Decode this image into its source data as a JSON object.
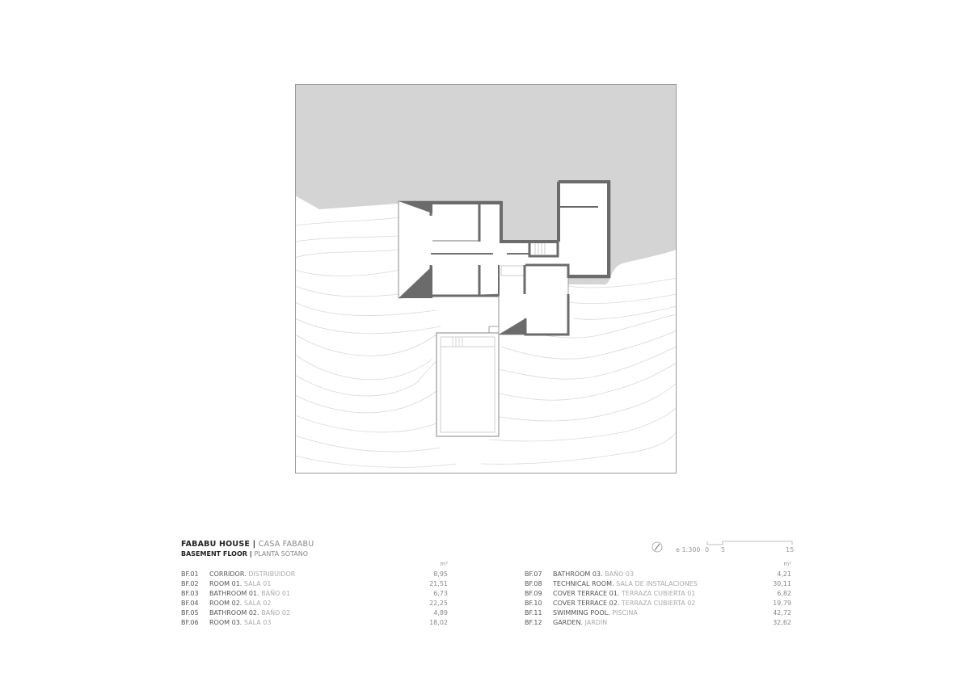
{
  "title": {
    "project_en": "FABABU HOUSE",
    "separator": "|",
    "project_es": "CASA FABABU",
    "floor_en": "BASEMENT FLOOR",
    "floor_es": "PLANTA SÓTANO"
  },
  "unit": "m²",
  "scale": {
    "icon": "north-arrow-icon",
    "ratio": "e 1:300",
    "ticks": [
      "0",
      "5",
      "15"
    ]
  },
  "rooms_left": [
    {
      "code": "BF.01",
      "en": "CORRIDOR.",
      "es": "DISTRIBUIDOR",
      "area": "8,95"
    },
    {
      "code": "BF.02",
      "en": "ROOM 01.",
      "es": "SALA 01",
      "area": "21,51"
    },
    {
      "code": "BF.03",
      "en": "BATHROOM 01.",
      "es": "BAÑO 01",
      "area": "6,73"
    },
    {
      "code": "BF.04",
      "en": "ROOM 02.",
      "es": "SALA 02",
      "area": "22,25"
    },
    {
      "code": "BF.05",
      "en": "BATHROOM 02.",
      "es": "BAÑO 02",
      "area": "4,89"
    },
    {
      "code": "BF.06",
      "en": "ROOM 03.",
      "es": "SALA 03",
      "area": "18,02"
    }
  ],
  "rooms_right": [
    {
      "code": "BF.07",
      "en": "BATHROOM 03.",
      "es": "BAÑO 03",
      "area": "4,21"
    },
    {
      "code": "BF.08",
      "en": "TECHNICAL ROOM.",
      "es": "SALA DE INSTALACIONES",
      "area": "30,11"
    },
    {
      "code": "BF.09",
      "en": "COVER TERRACE 01.",
      "es": "TERRAZA CUBIERTA 01",
      "area": "6,82"
    },
    {
      "code": "BF.10",
      "en": "COVER TERRACE 02.",
      "es": "TERRAZA CUBIERTA 02",
      "area": "19,79"
    },
    {
      "code": "BF.11",
      "en": "SWIMMING POOL.",
      "es": "PISCINA",
      "area": "42,72"
    },
    {
      "code": "BF.12",
      "en": "GARDEN.",
      "es": "JARDÍN",
      "area": "32,62"
    }
  ],
  "colors": {
    "terrain_fill": "#d4d4d4",
    "wall": "#6b6b6b",
    "contour": "#d8d8d8",
    "frame": "#9a9a9a"
  }
}
